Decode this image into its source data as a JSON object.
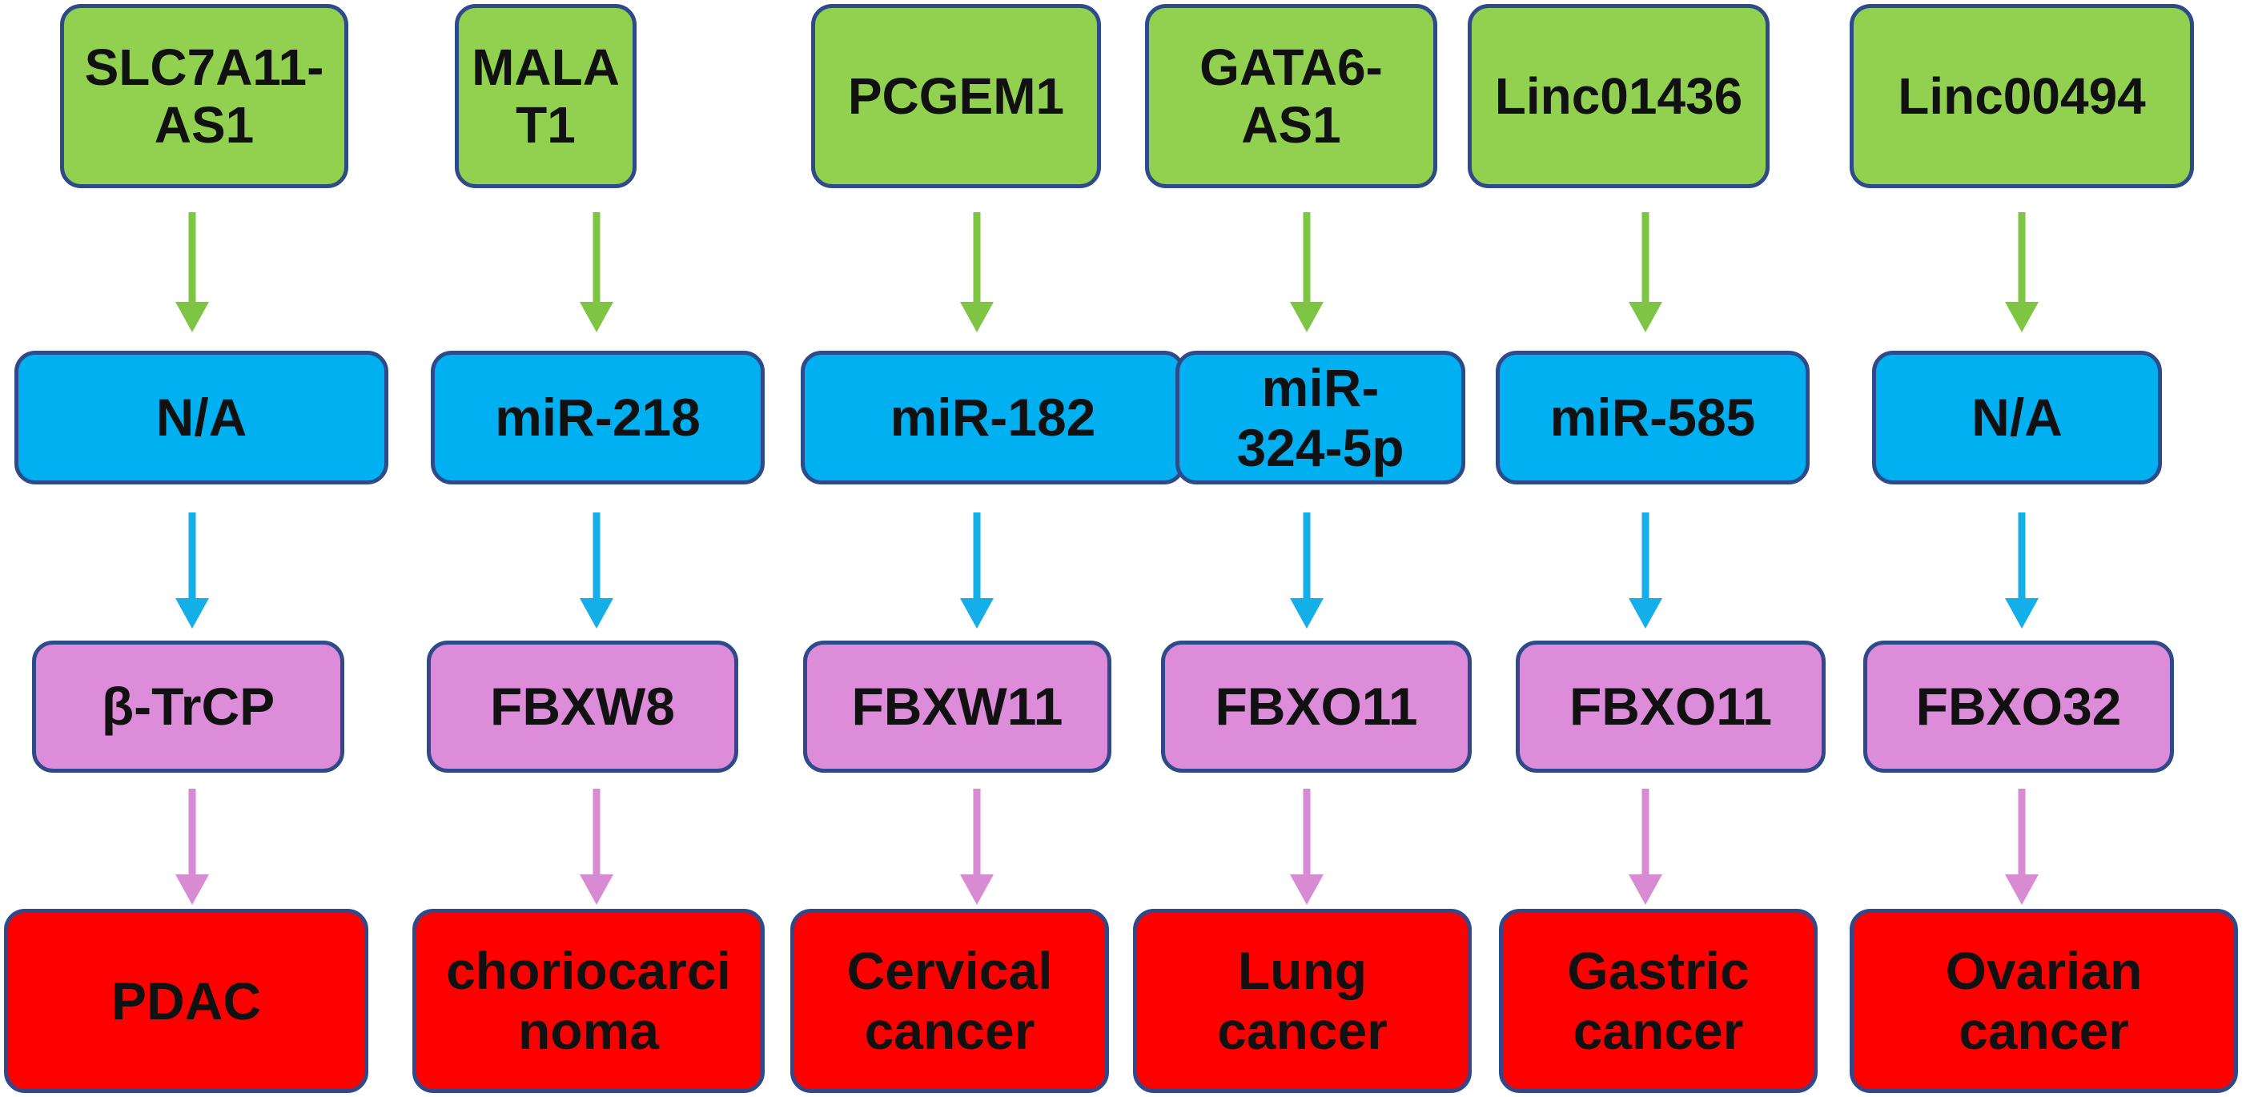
{
  "columns": [
    {
      "lncrna": "SLC7A11-\nAS1",
      "mirna": "N/A",
      "fbox": "β-TrCP",
      "cancer": "PDAC"
    },
    {
      "lncrna": "MALAT1",
      "mirna": "miR-218",
      "fbox": "FBXW8",
      "cancer": "choriocarci\nnoma"
    },
    {
      "lncrna": "PCGEM1",
      "mirna": "miR-182",
      "fbox": "FBXW11",
      "cancer": "Cervical\ncancer"
    },
    {
      "lncrna": "GATA6-\nAS1",
      "mirna": "miR-\n324-5p",
      "fbox": "FBXO11",
      "cancer": "Lung\ncancer"
    },
    {
      "lncrna": "Linc01436",
      "mirna": "miR-585",
      "fbox": "FBXO11",
      "cancer": "Gastric\ncancer"
    },
    {
      "lncrna": "Linc00494",
      "mirna": "N/A",
      "fbox": "FBXO32",
      "cancer": "Ovarian\ncancer"
    }
  ],
  "colors": {
    "lncrna_fill": "#92d050",
    "mirna_fill": "#00b0f0",
    "fbox_fill": "#dc8cd8",
    "cancer_fill": "#ff0000",
    "border": "#2f4a8a",
    "arrow_green": "#7ec544",
    "arrow_blue": "#14aee8",
    "arrow_pink": "#d88ad3"
  }
}
